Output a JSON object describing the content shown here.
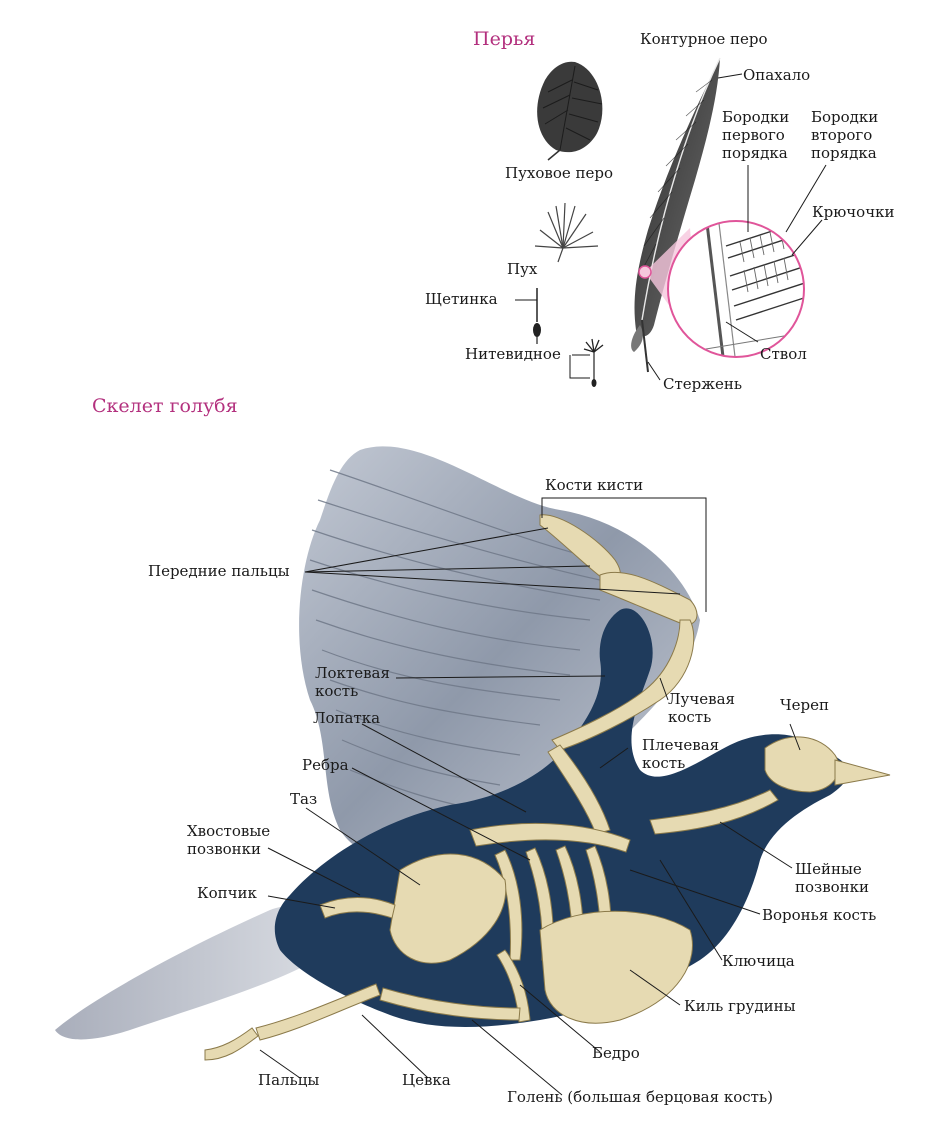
{
  "colors": {
    "heading": "#b3307e",
    "silhouette": "#1f3b5c",
    "wing": "#8e98a8",
    "bone": "#e6dab2",
    "lens": "#e0559a",
    "leader": "#1a1a1a"
  },
  "feathers": {
    "heading": "Перья",
    "contour_feather": "Контурное перо",
    "vane": "Опахало",
    "barbs_first": "Бородки\nпервого\nпорядка",
    "barbs_second": "Бородки\nвторого\nпорядка",
    "hooks": "Крючочки",
    "down_feather": "Пуховое перо",
    "down": "Пух",
    "bristle": "Щетинка",
    "filoplume": "Нитевидное",
    "shaft": "Ствол",
    "quill": "Стержень"
  },
  "skeleton": {
    "heading": "Скелет голубя",
    "hand_bones": "Кости кисти",
    "front_digits": "Передние пальцы",
    "ulna": "Локтевая\nкость",
    "radius": "Лучевая\nкость",
    "scapula": "Лопатка",
    "skull": "Череп",
    "ribs": "Ребра",
    "humerus": "Плечевая\nкость",
    "pelvis": "Таз",
    "tail_vertebrae": "Хвостовые\nпозвонки",
    "neck_vertebrae": "Шейные\nпозвонки",
    "coccyx": "Копчик",
    "coracoid": "Воронья кость",
    "clavicle": "Ключица",
    "keel": "Киль грудины",
    "femur": "Бедро",
    "toes": "Пальцы",
    "tarsus": "Цевка",
    "tibia": "Голень (большая берцовая кость)"
  }
}
